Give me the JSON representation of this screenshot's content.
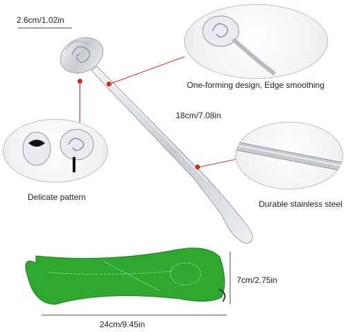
{
  "labels": {
    "head_width": "2.6cm/1.02in",
    "design": "One-forming design, Edge smoothing",
    "length": "18cm/7.08in",
    "pattern": "Delicate pattern",
    "steel": "Durable stainless steel",
    "case_height": "7cm/2.75in",
    "case_width": "24cm/9.45in"
  },
  "colors": {
    "callout_red": "#d7231c",
    "case_green": "#2fa82f",
    "steel": "#c9cdd2"
  }
}
